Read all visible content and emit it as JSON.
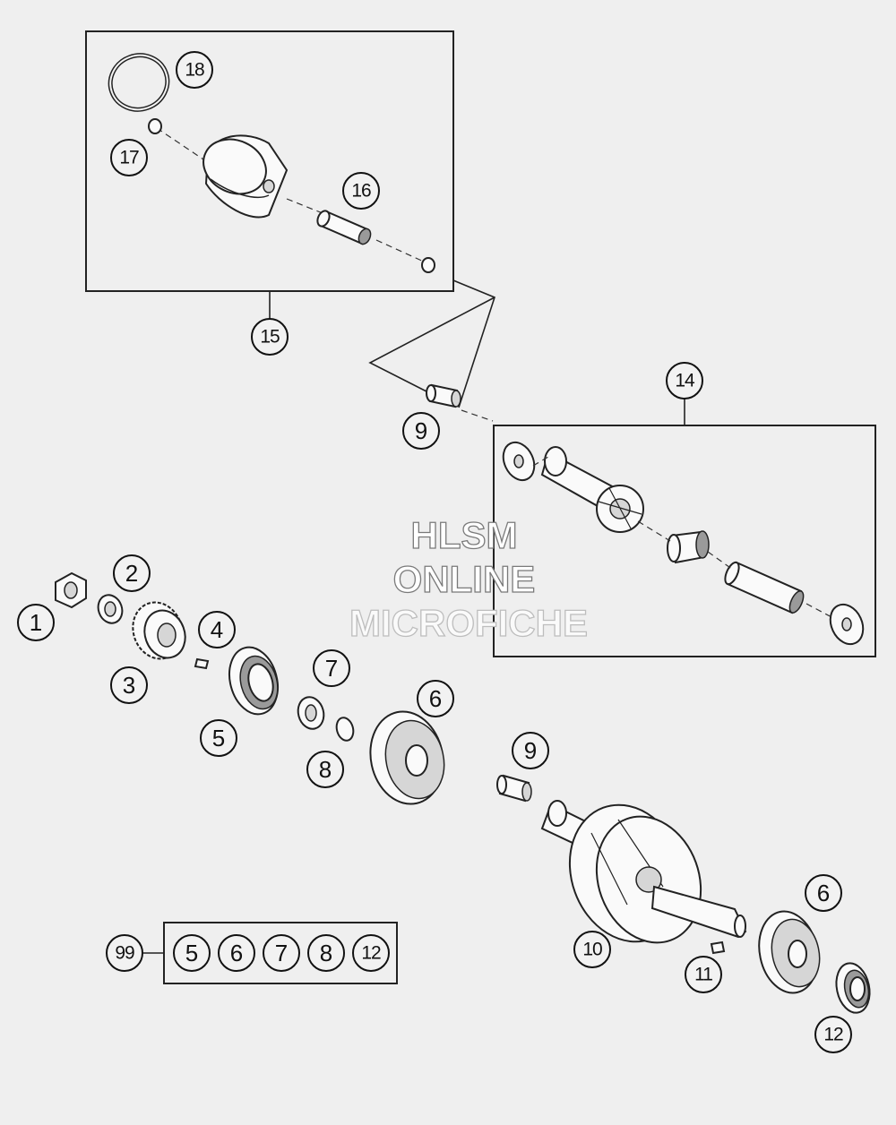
{
  "watermark": {
    "line1": "HLSM",
    "line2": "ONLINE",
    "line3": "MICROFICHE"
  },
  "callouts": {
    "c1": "1",
    "c2": "2",
    "c3": "3",
    "c4": "4",
    "c5": "5",
    "c6": "6",
    "c6b": "6",
    "c7": "7",
    "c8": "8",
    "c9": "9",
    "c9b": "9",
    "c10": "10",
    "c11": "11",
    "c12": "12",
    "c14": "14",
    "c15": "15",
    "c16": "16",
    "c17": "17",
    "c18": "18",
    "c99": "99"
  },
  "kit_99_contents": [
    "5",
    "6",
    "7",
    "8",
    "12"
  ]
}
